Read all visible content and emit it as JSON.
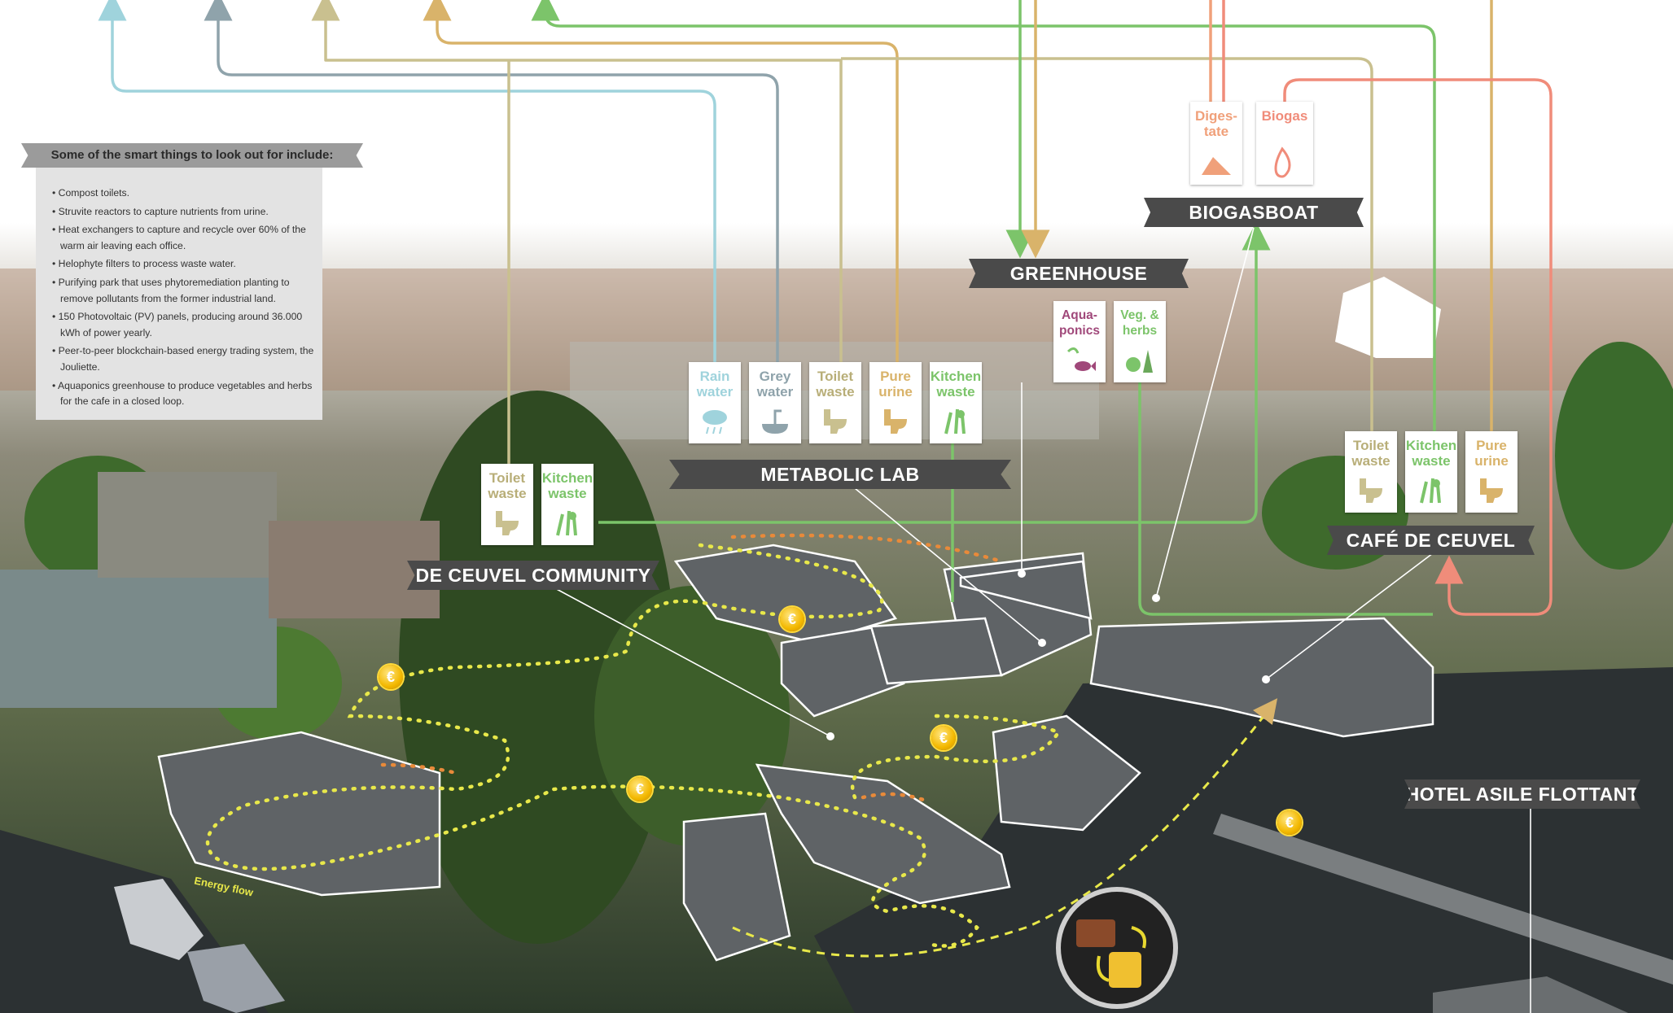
{
  "infobox": {
    "title": "Some of the smart things to look out for include:",
    "items": [
      "• Compost toilets.",
      "• Struvite reactors to capture nutrients from urine.",
      "• Heat exchangers to capture and recycle over 60% of the warm air leaving each office.",
      "• Helophyte filters to process waste water.",
      "• Purifying park that uses phytoremediation planting to remove pollutants from the former industrial land.",
      "• 150 Photovoltaic (PV) panels, producing around 36.000 kWh of power yearly.",
      "• Peer-to-peer blockchain-based energy trading system, the Jouliette.",
      "• Aquaponics greenhouse to produce vegetables and herbs for the cafe in a closed loop."
    ]
  },
  "locations": {
    "metabolic_lab": "METABOLIC LAB",
    "greenhouse": "GREENHOUSE",
    "biogasboat": "BIOGASBOAT",
    "cafe": "CAFÉ DE CEUVEL",
    "community": "DE CEUVEL COMMUNITY",
    "hotel": "HOTEL ASILE FLOTTANT"
  },
  "cards": {
    "lab_rain": "Rain\nwater",
    "lab_grey": "Grey\nwater",
    "lab_toilet": "Toilet\nwaste",
    "lab_urine": "Pure\nurine",
    "lab_kitchen": "Kitchen\nwaste",
    "gh_aqua": "Aqua-\nponics",
    "gh_veg": "Veg. &\nherbs",
    "bio_digestate": "Diges-\ntate",
    "bio_biogas": "Biogas",
    "cafe_toilet": "Toilet\nwaste",
    "cafe_kitchen": "Kitchen\nwaste",
    "cafe_urine": "Pure\nurine",
    "com_toilet": "Toilet\nwaste",
    "com_kitchen": "Kitchen\nwaste"
  },
  "energy_flow_label": "Energy flow",
  "colors": {
    "rain": "#9fd3dc",
    "grey": "#8fa3ab",
    "toilet": "#c9c08f",
    "urine": "#d9b36a",
    "kitchen": "#7cc46a",
    "digestate": "#f0a07a",
    "biogas": "#f08c7a",
    "aquaponics": "#a0487a",
    "energy": "#e8e84a",
    "heat": "#e8733a",
    "banner": "#4a4a4a"
  }
}
